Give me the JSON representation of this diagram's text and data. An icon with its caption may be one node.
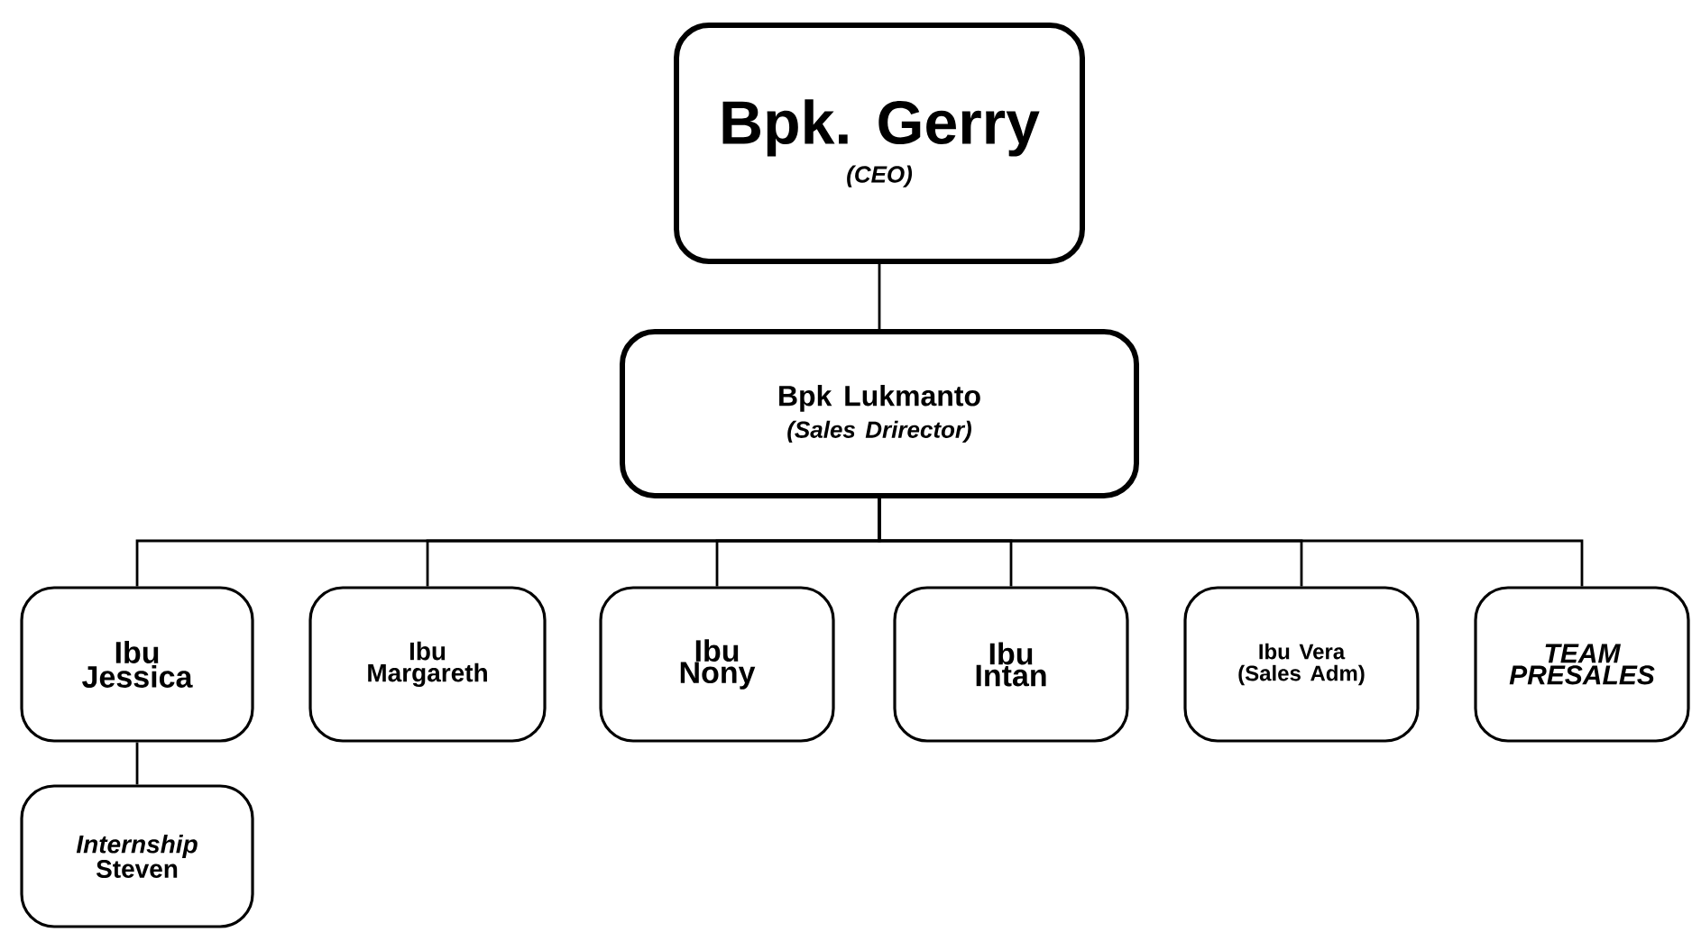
{
  "diagram": {
    "nodes": [
      {
        "text": [
          "Bpk. Gerry",
          "(CEO)"
        ]
      },
      {
        "text": [
          "Bpk Lukmanto",
          "(Sales Drirector)"
        ]
      },
      {
        "text": [
          "Ibu Jessica"
        ]
      },
      {
        "text": [
          "Ibu Margareth"
        ]
      },
      {
        "text": [
          "Ibu Nony"
        ]
      },
      {
        "text": [
          "Ibu Intan"
        ]
      },
      {
        "text": [
          "Ibu Vera (Sales Adm)"
        ]
      },
      {
        "text": [
          "TEAM PRESALES"
        ]
      },
      {
        "text": [
          "*Internship* Steven"
        ]
      }
    ],
    "edges": [
      {
        "from": 0,
        "to": 1,
        "arrow": "none"
      },
      {
        "from": 1,
        "to": 2,
        "arrow": "none"
      },
      {
        "from": 1,
        "to": 3,
        "arrow": "none"
      },
      {
        "from": 1,
        "to": 4,
        "arrow": "none"
      },
      {
        "from": 1,
        "to": 5,
        "arrow": "none"
      },
      {
        "from": 1,
        "to": 6,
        "arrow": "none"
      },
      {
        "from": 1,
        "to": 7,
        "arrow": "none"
      },
      {
        "from": 2,
        "to": 8,
        "arrow": "none"
      }
    ]
  }
}
